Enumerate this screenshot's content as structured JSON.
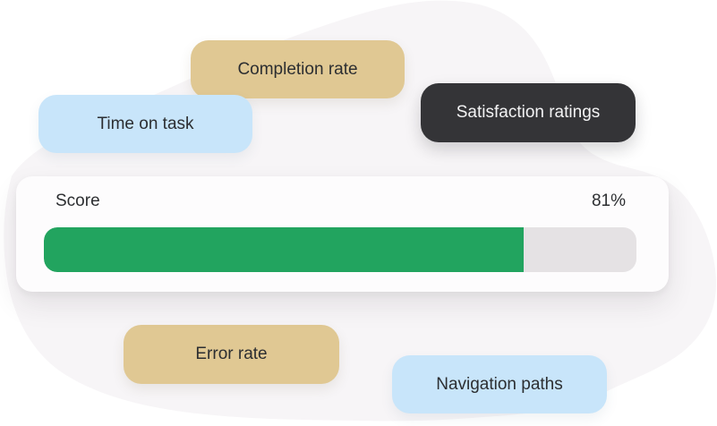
{
  "colors": {
    "background": "#ffffff",
    "blob": "#f7f5f7",
    "card_bg": "#fdfcfd",
    "tan": "#e0c893",
    "blue": "#c8e5fa",
    "dark": "#343437",
    "dark_text": "#2c2e31",
    "light_text": "#f3f3f4",
    "green": "#22a45f",
    "track": "#e5e2e4"
  },
  "tags": [
    {
      "label": "Completion rate",
      "variant": "tan"
    },
    {
      "label": "Time on task",
      "variant": "blue"
    },
    {
      "label": "Satisfaction ratings",
      "variant": "dark"
    },
    {
      "label": "Error rate",
      "variant": "tan"
    },
    {
      "label": "Navigation paths",
      "variant": "blue"
    }
  ],
  "score_card": {
    "label": "Score",
    "value": "81%",
    "percent": 81
  }
}
